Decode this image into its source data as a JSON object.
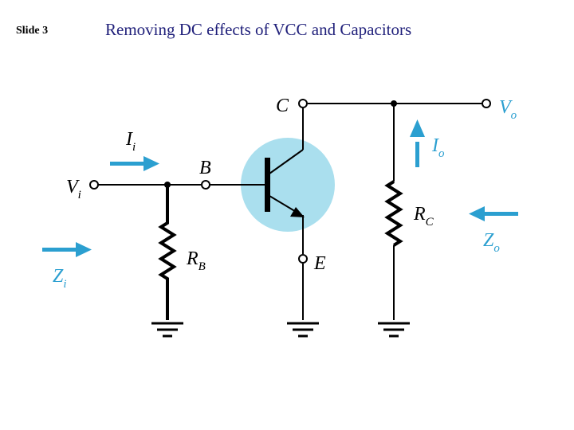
{
  "slide": {
    "label": "Slide 3",
    "title": "Removing DC effects of VCC and Capacitors"
  },
  "diagram": {
    "node_labels": {
      "collector": "C",
      "base": "B",
      "emitter": "E"
    },
    "resistors": {
      "base": {
        "main": "R",
        "sub": "B"
      },
      "collector": {
        "main": "R",
        "sub": "C"
      }
    },
    "input_voltage": {
      "main": "V",
      "sub": "i"
    },
    "output_voltage": {
      "main": "V",
      "sub": "o"
    },
    "input_current": {
      "main": "I",
      "sub": "i"
    },
    "output_current": {
      "main": "I",
      "sub": "o"
    },
    "input_impedance": {
      "main": "Z",
      "sub": "i"
    },
    "output_impedance": {
      "main": "Z",
      "sub": "o"
    },
    "colors": {
      "accent": "#2b9fd0",
      "transistor_fill": "#aadfee",
      "title": "#1f1f7a"
    }
  }
}
